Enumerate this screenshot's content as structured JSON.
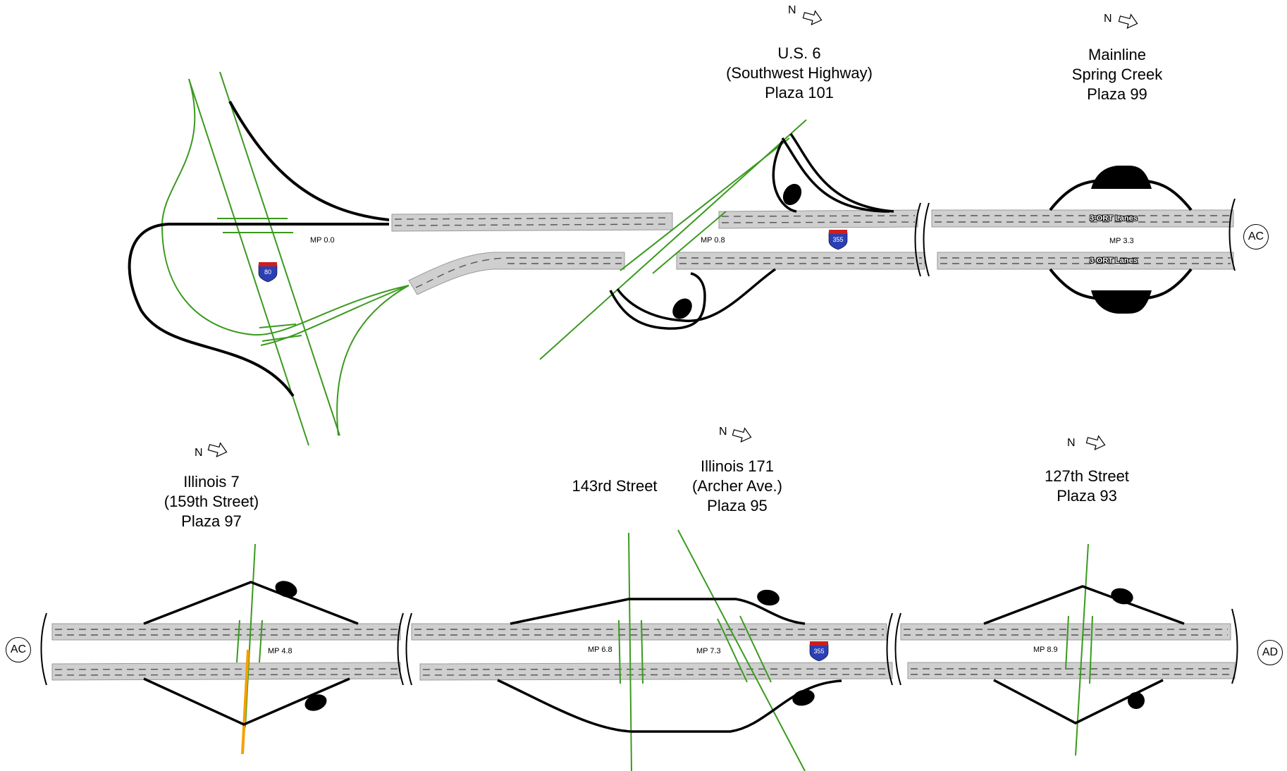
{
  "north_label": "N",
  "interchanges": {
    "us6": {
      "line1": "U.S. 6",
      "line2": "(Southwest Highway)",
      "line3": "Plaza 101"
    },
    "mainline": {
      "line1": "Mainline",
      "line2": "Spring Creek",
      "line3": "Plaza 99"
    },
    "il7": {
      "line1": "Illinois 7",
      "line2": "(159th Street)",
      "line3": "Plaza 97"
    },
    "st143": {
      "line1": "143rd Street"
    },
    "il171": {
      "line1": "Illinois 171",
      "line2": "(Archer Ave.)",
      "line3": "Plaza 95"
    },
    "st127": {
      "line1": "127th Street",
      "line2": "Plaza 93"
    }
  },
  "mileposts": {
    "mp00": "MP 0.0",
    "mp08": "MP 0.8",
    "mp33": "MP 3.3",
    "mp48": "MP 4.8",
    "mp68": "MP 6.8",
    "mp73": "MP 7.3",
    "mp89": "MP 8.9"
  },
  "lane_labels": {
    "upper": "3-ORT Lanes",
    "lower": "3-ORT Lanes"
  },
  "shields": {
    "i80": "80",
    "i355_top": "355",
    "i355_bottom": "355"
  },
  "connectors": {
    "top_right": "AC",
    "bottom_left": "AC",
    "bottom_right": "AD"
  },
  "colors": {
    "crossroad": "#3a9a1e",
    "ramp": "#000000",
    "lanes": "#cfcfcf",
    "shield_blue": "#2b3fb5",
    "shield_red": "#d01c1c",
    "highlight": "#f5a000"
  }
}
